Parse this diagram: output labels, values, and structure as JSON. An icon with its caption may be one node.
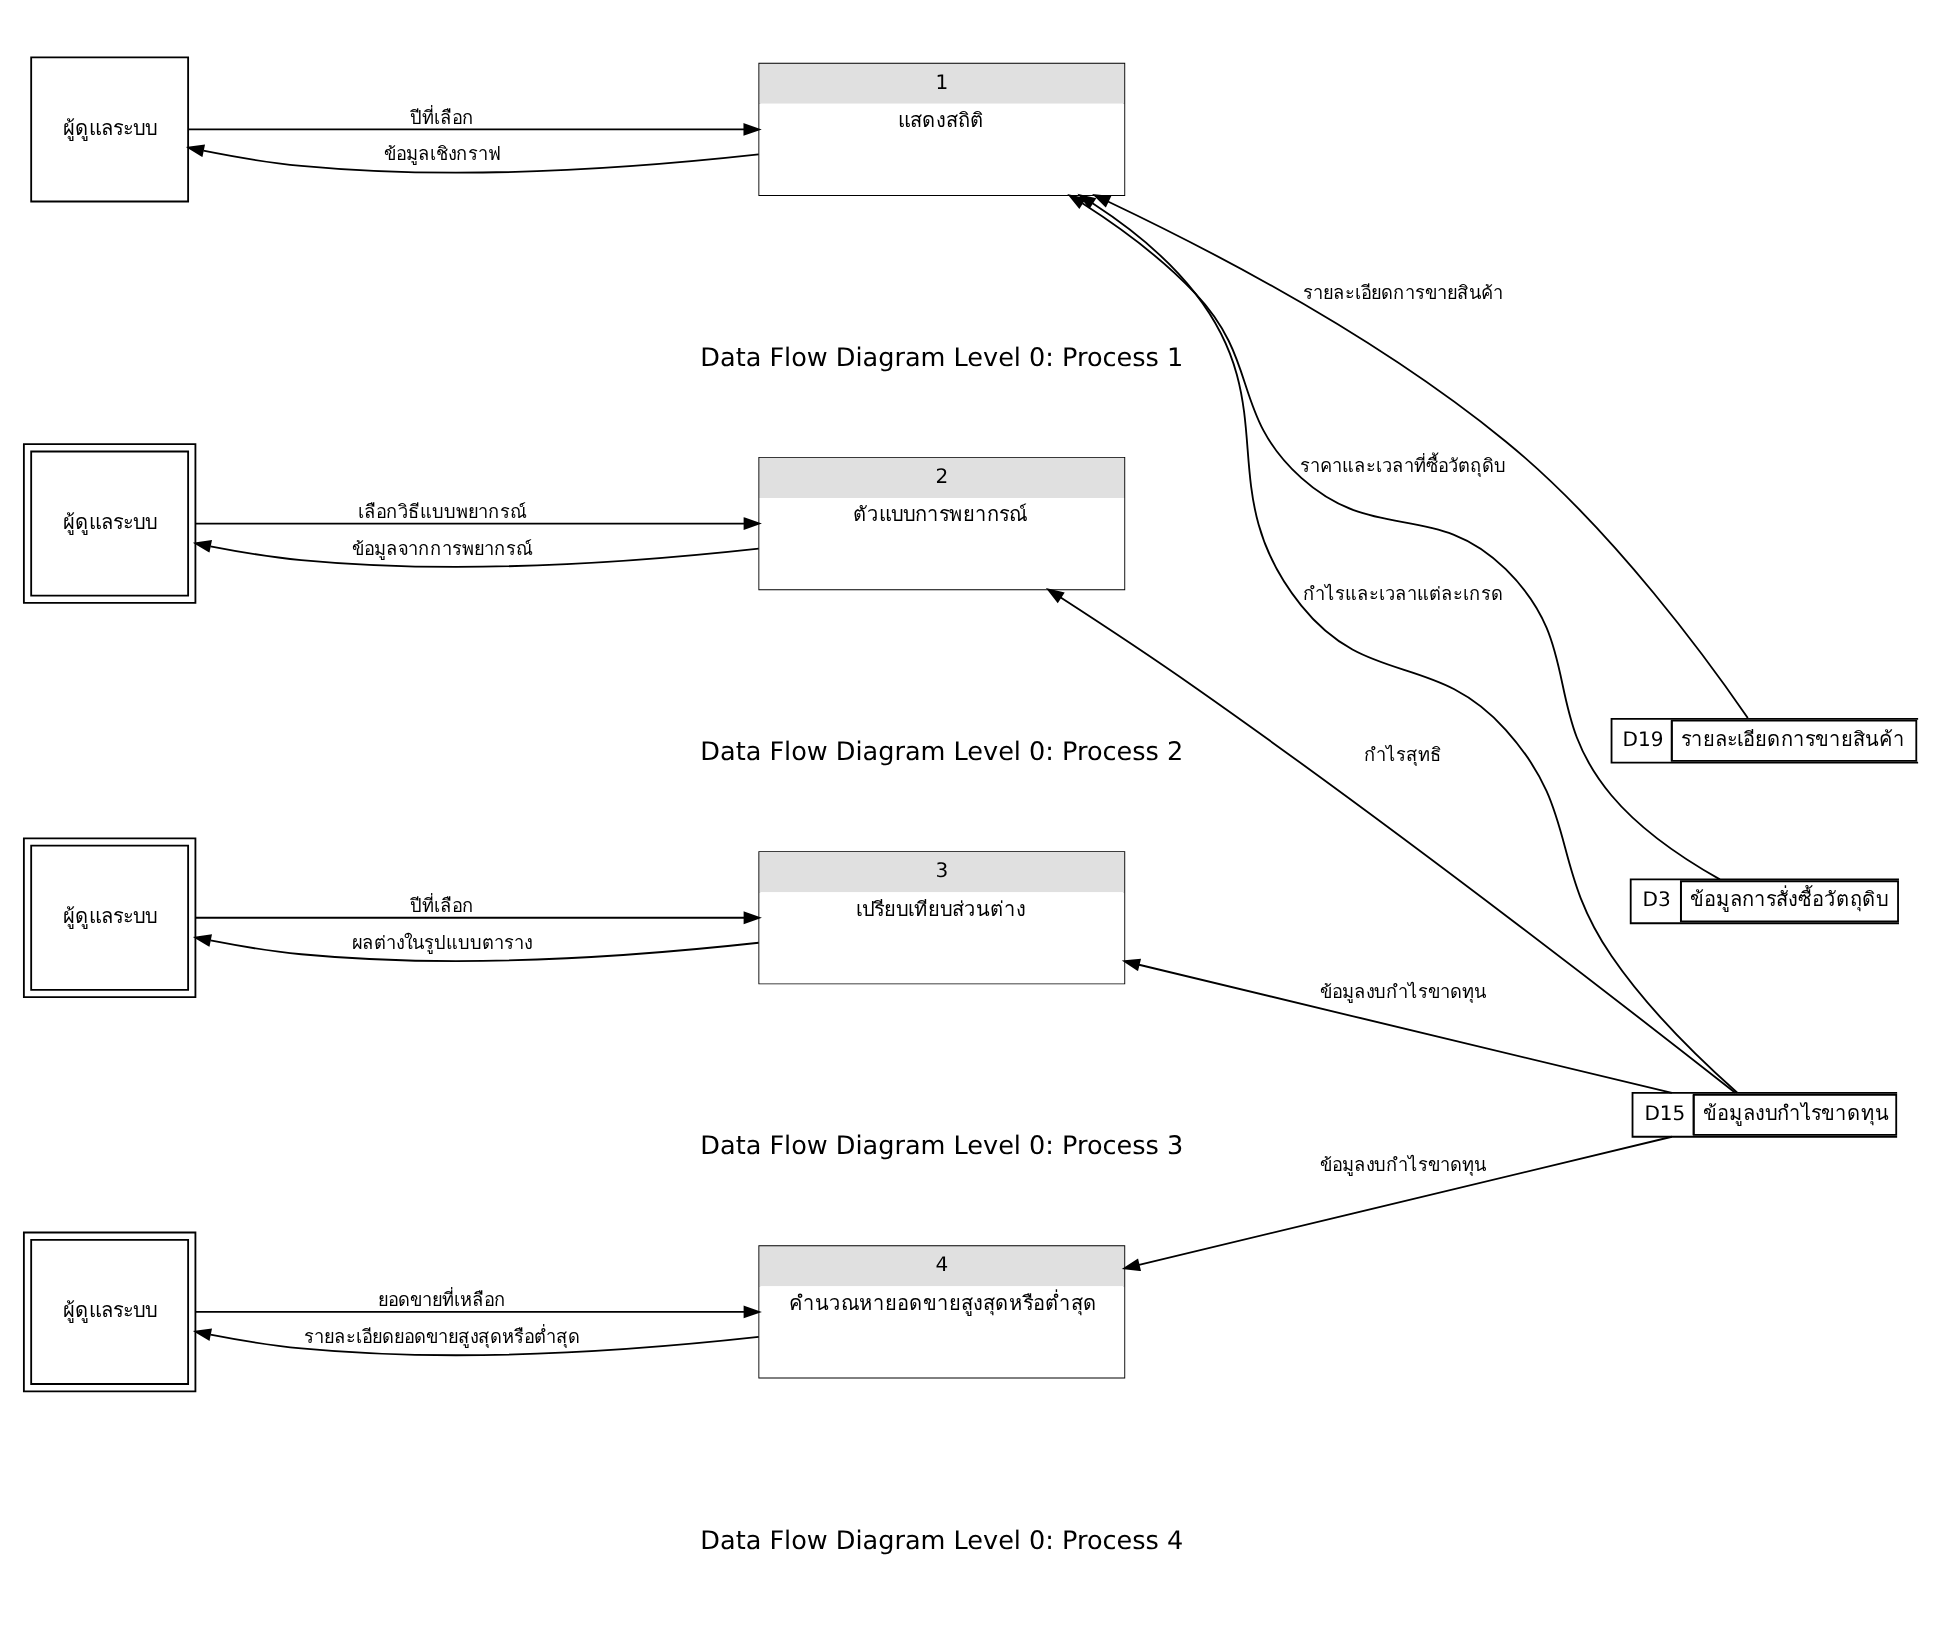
{
  "diagram": {
    "nodes": [
      {
        "text": [
          "ผู้ดูแลระบบ"
        ]
      },
      {
        "text": [
          "1",
          "แสดงสถิติ"
        ]
      },
      {
        "text": [
          "D19",
          "รายละเอียดการขายสินค้า"
        ]
      },
      {
        "text": [
          "D3",
          "ข้อมูลการสั่งซื้อวัตถุดิบ"
        ]
      },
      {
        "text": [
          "D15",
          "ข้อมูลงบกำไรขาดทุน"
        ]
      },
      {
        "text": [
          "ผู้ดูแลระบบ"
        ]
      },
      {
        "text": [
          "2",
          "ตัวแบบการพยากรณ์"
        ]
      },
      {
        "text": [
          "ผู้ดูแลระบบ"
        ]
      },
      {
        "text": [
          "3",
          "เปรียบเทียบส่วนต่าง"
        ]
      },
      {
        "text": [
          "ผู้ดูแลระบบ"
        ]
      },
      {
        "text": [
          "4",
          "คำนวณหายอดขายสูงสุดหรือต่ำสุด"
        ]
      }
    ],
    "edges": [
      {
        "from": 0,
        "to": 1,
        "arrow": "to",
        "label": "ปีที่เลือก"
      },
      {
        "from": 1,
        "to": 0,
        "arrow": "to",
        "label": "ข้อมูลเชิงกราฟ"
      },
      {
        "from": 2,
        "to": 1,
        "arrow": "to",
        "label": "รายละเอียดการขายสินค้า"
      },
      {
        "from": 3,
        "to": 1,
        "arrow": "to",
        "label": "ราคาและเวลาที่ซื้อวัตถุดิบ"
      },
      {
        "from": 4,
        "to": 1,
        "arrow": "to",
        "label": "กำไรและเวลาแต่ละเกรด"
      },
      {
        "from": 5,
        "to": 6,
        "arrow": "to",
        "label": "เลือกวิธีแบบพยากรณ์"
      },
      {
        "from": 6,
        "to": 5,
        "arrow": "to",
        "label": "ข้อมูลจากการพยากรณ์"
      },
      {
        "from": 4,
        "to": 6,
        "arrow": "to",
        "label": "กำไรสุทธิ"
      },
      {
        "from": 7,
        "to": 8,
        "arrow": "to",
        "label": "ปีที่เลือก"
      },
      {
        "from": 8,
        "to": 7,
        "arrow": "to",
        "label": "ผลต่างในรูปแบบตาราง"
      },
      {
        "from": 4,
        "to": 8,
        "arrow": "to",
        "label": "ข้อมูลงบกำไรขาดทุน"
      },
      {
        "from": 9,
        "to": 10,
        "arrow": "to",
        "label": "ยอดขายที่เหลือก"
      },
      {
        "from": 10,
        "to": 9,
        "arrow": "to",
        "label": "รายละเอียดยอดขายสูงสุดหรือต่ำสุด"
      },
      {
        "from": 4,
        "to": 10,
        "arrow": "to",
        "label": "ข้อมูลงบกำไรขาดทุน"
      }
    ],
    "labels": [
      "Data Flow Diagram Level 0: Process 1",
      "Data Flow Diagram Level 0: Process 2",
      "Data Flow Diagram Level 0: Process 3",
      "Data Flow Diagram Level 0: Process 4"
    ]
  }
}
